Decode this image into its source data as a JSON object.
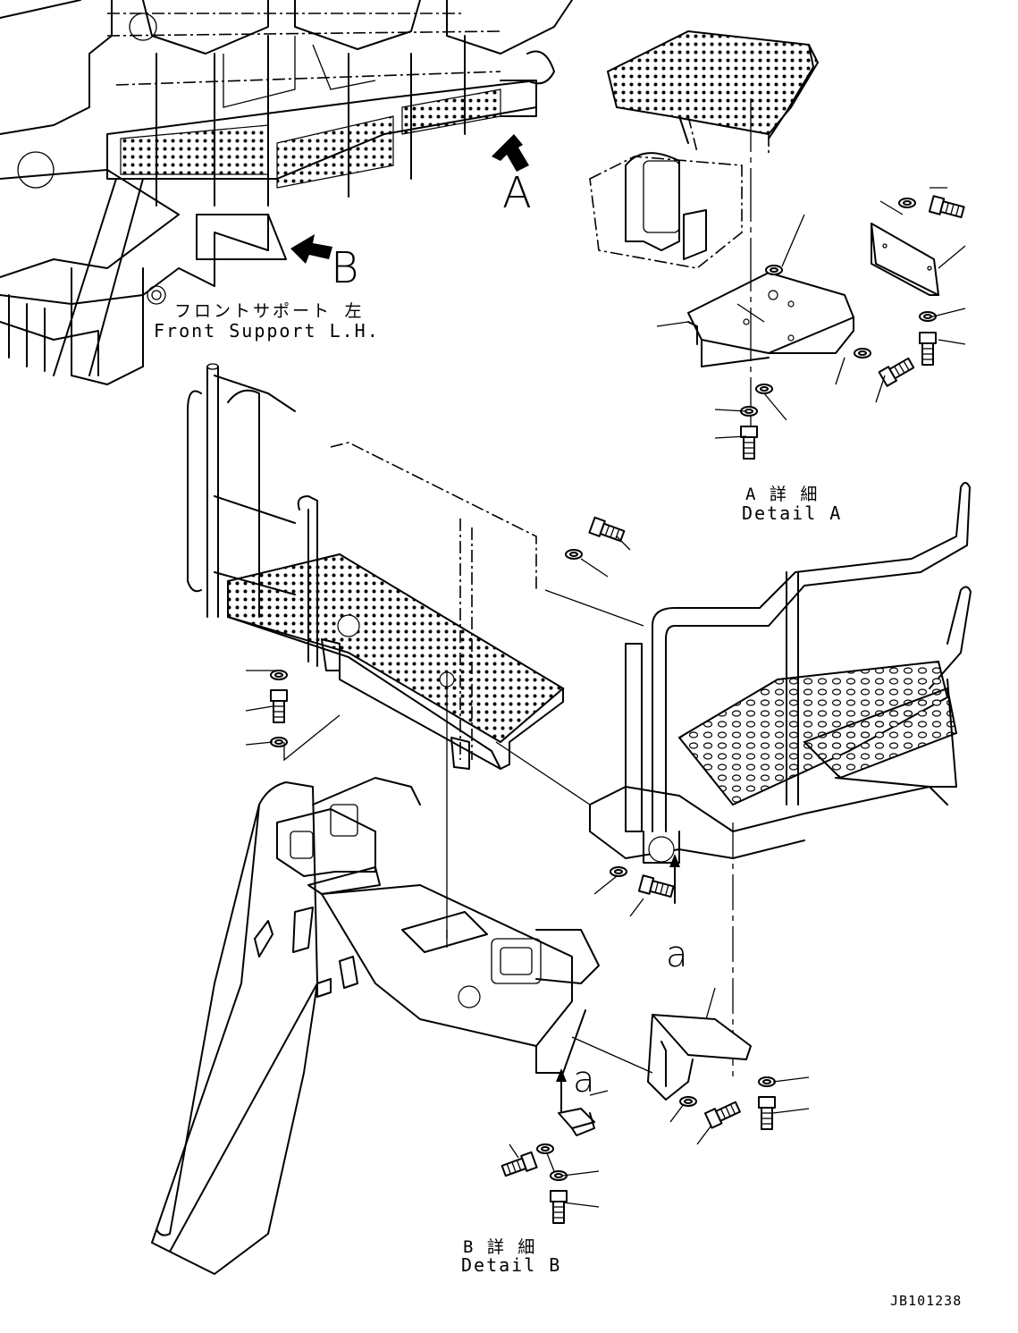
{
  "callouts": {
    "view_a": "A",
    "view_b": "B",
    "arrow_a_upper": "a",
    "arrow_a_lower": "a"
  },
  "captions": {
    "front_support_jp": "フロントサポート 左",
    "front_support_en": "Front Support L.H.",
    "detail_a_jp": "A 詳 細",
    "detail_a_en": "Detail A",
    "detail_b_jp": "B 詳 細",
    "detail_b_en": "Detail B"
  },
  "drawing_number": "JB101238"
}
